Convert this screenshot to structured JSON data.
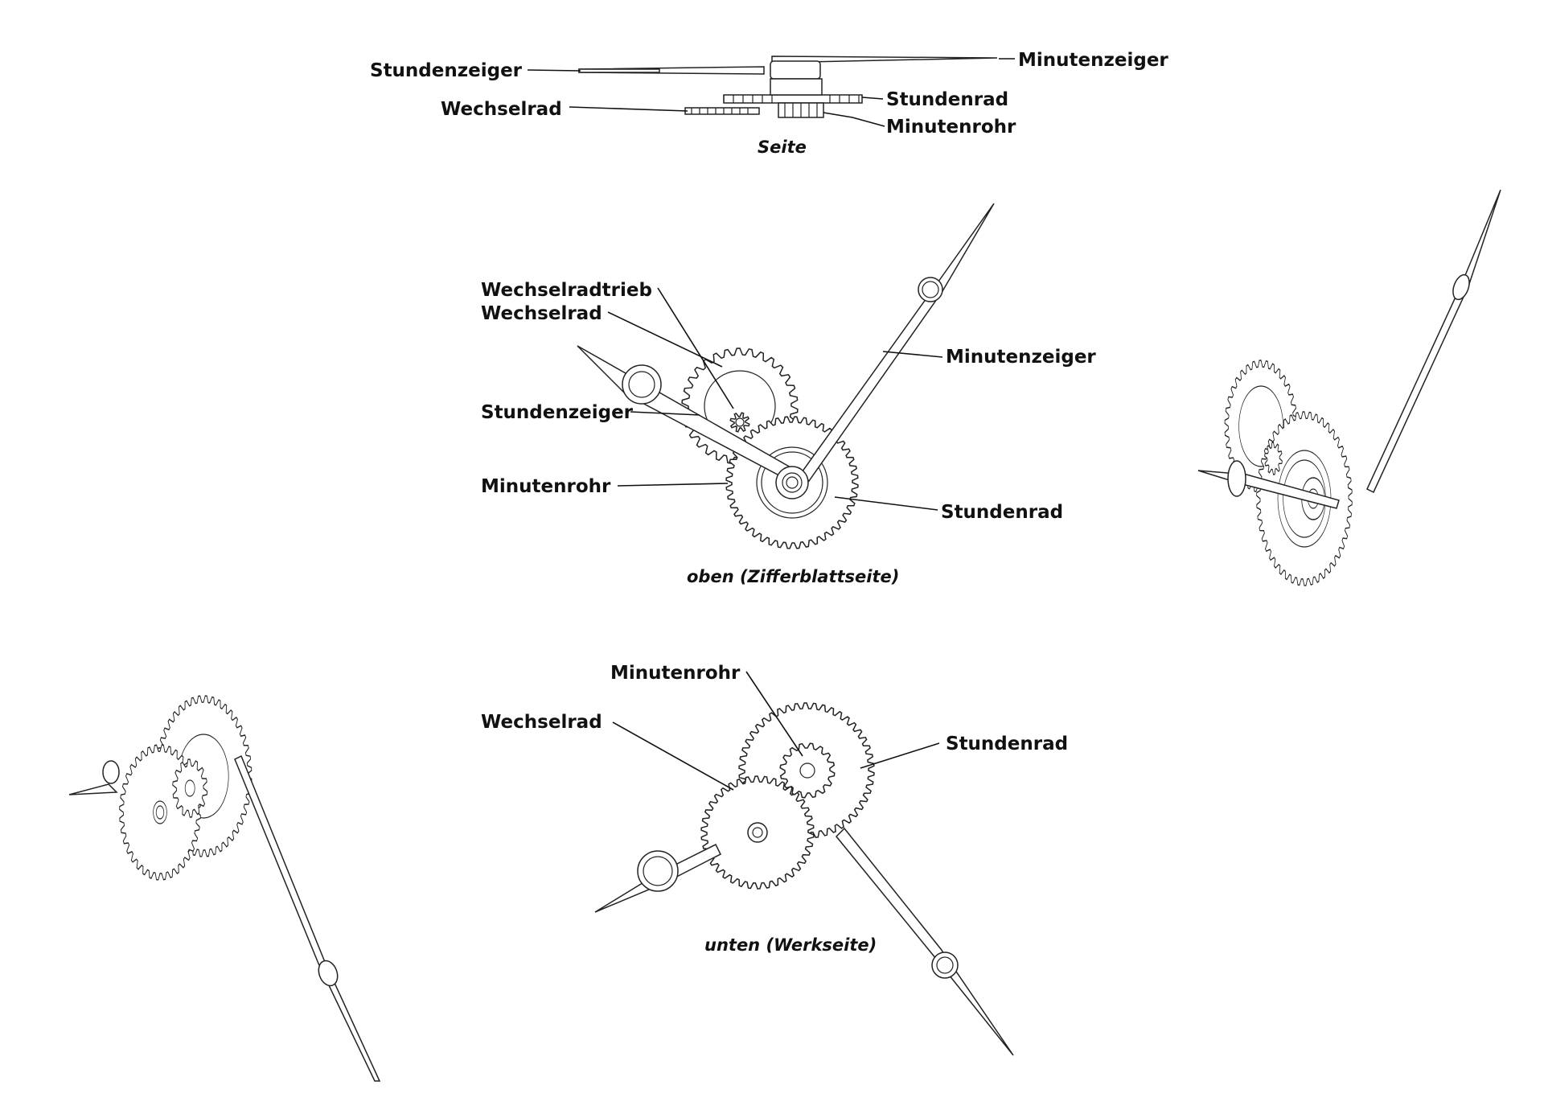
{
  "views": {
    "side": {
      "caption": "Seite",
      "labels": {
        "hour_hand": "Stundenzeiger",
        "minute_hand": "Minutenzeiger",
        "intermediate_wheel": "Wechselrad",
        "hour_wheel": "Stundenrad",
        "minute_tube": "Minutenrohr"
      }
    },
    "top": {
      "caption": "oben (Zifferblattseite)",
      "labels": {
        "intermediate_pinion": "Wechselradtrieb",
        "intermediate_wheel": "Wechselrad",
        "hour_hand": "Stundenzeiger",
        "minute_tube": "Minutenrohr",
        "minute_hand": "Minutenzeiger",
        "hour_wheel": "Stundenrad"
      }
    },
    "bottom": {
      "caption": "unten (Werkseite)",
      "labels": {
        "minute_tube": "Minutenrohr",
        "intermediate_wheel": "Wechselrad",
        "hour_wheel": "Stundenrad"
      }
    }
  },
  "colors": {
    "line": "#111111",
    "background": "#ffffff"
  }
}
